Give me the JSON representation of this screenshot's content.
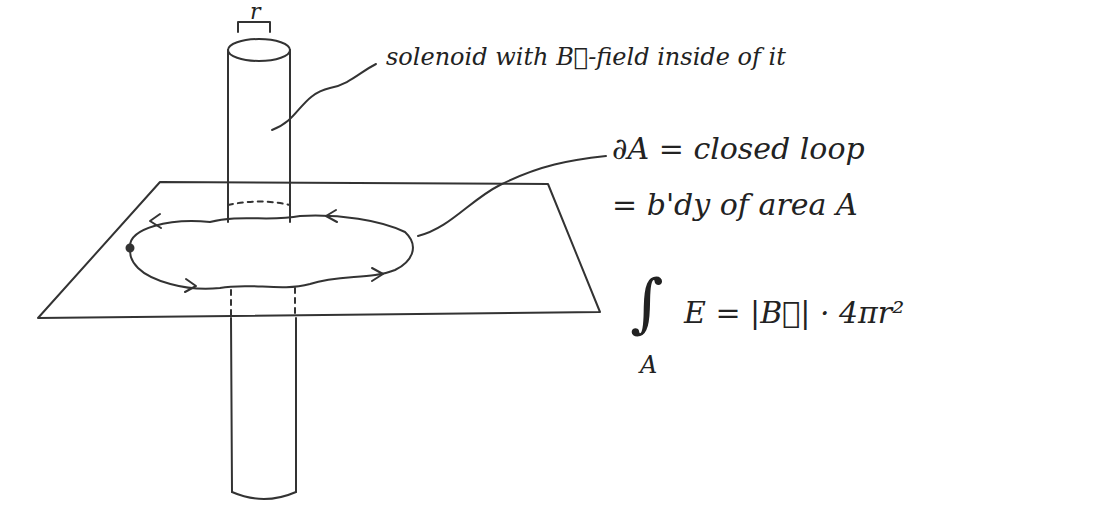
{
  "diagram": {
    "labels": [
      "r",
      "solenoid with B⃗-field inside of it",
      "∂A = closed loop",
      "= b'dy of area A",
      "∫",
      "E = |B⃗| · 4πr²",
      "A"
    ]
  }
}
